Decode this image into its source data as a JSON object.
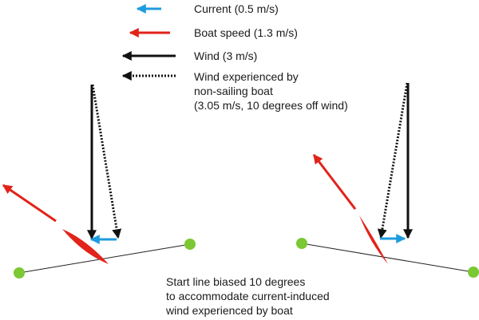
{
  "legend": {
    "current": {
      "text": "Current (0.5 m/s)",
      "color": "#1e9be0"
    },
    "boat_speed": {
      "text": "Boat speed (1.3 m/s)",
      "color": "#e2231a"
    },
    "wind": {
      "text": "Wind (3 m/s)",
      "color": "#111111"
    },
    "apparent_wind": {
      "lines": [
        "Wind experienced by",
        "non-sailing boat",
        "(3.05 m/s, 10 degrees off wind)"
      ],
      "color": "#111111"
    }
  },
  "caption": {
    "lines": [
      "Start line biased 10 degrees",
      "to accommodate current-induced",
      "wind experienced by boat"
    ]
  },
  "colors": {
    "marker": "#7bc832",
    "line": "#222222",
    "boat": "#e2231a"
  }
}
